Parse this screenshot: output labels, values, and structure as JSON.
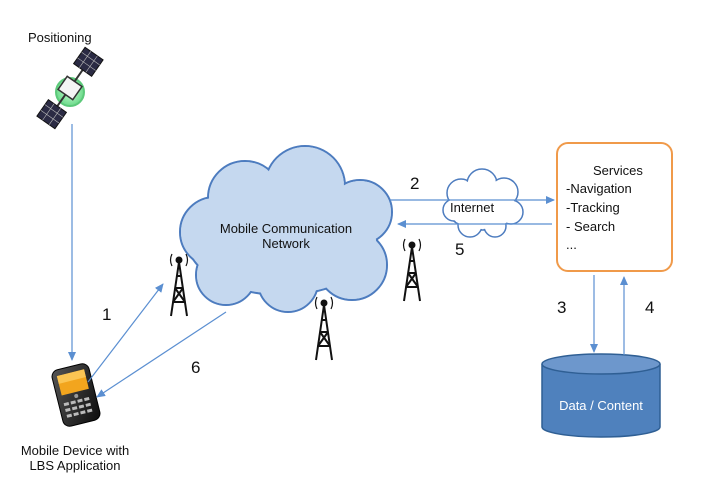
{
  "positioning_label": "Positioning",
  "device_label_line1": "Mobile Device with",
  "device_label_line2": "LBS Application",
  "network_label_line1": "Mobile Communication",
  "network_label_line2": "Network",
  "internet_label": "Internet",
  "services": {
    "title": "Services",
    "items": [
      "-Navigation",
      "-Tracking",
      "- Search",
      "..."
    ]
  },
  "database_label": "Data / Content",
  "steps": [
    "1",
    "2",
    "3",
    "4",
    "5",
    "6"
  ],
  "colors": {
    "arrow": "#5b8fd1",
    "cloud_fill": "#c5d8ef",
    "cloud_stroke": "#4d7cbf",
    "services_border": "#f09a4a",
    "database_fill": "#4f81bd",
    "database_stroke": "#2f5f94"
  },
  "icons": [
    "satellite-icon",
    "mobile-phone-icon",
    "cell-tower-icon"
  ]
}
